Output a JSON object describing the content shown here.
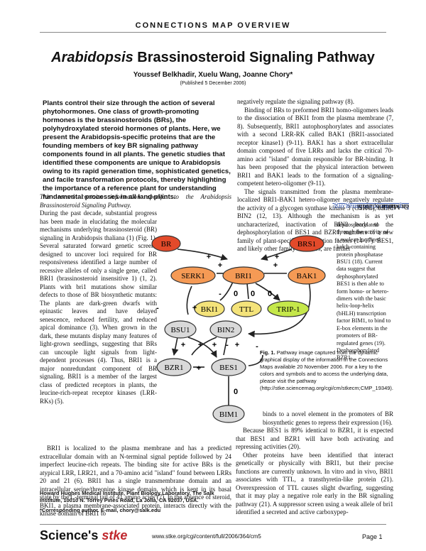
{
  "header": "Connections Map Overview",
  "title_italic": "Arabidopsis",
  "title_rest": " Brassinosteroid Signaling Pathway",
  "authors": "Youssef Belkhadir, Xuelu Wang, Joanne Chory*",
  "published": "(Published 5 December 2006)",
  "abstract": "Plants control their size through the action of several phytohormones. One class of growth-promoting hormones is the brassinosteroids (BRs), the polyhydroxylated steroid hormones of plants. Here, we present the Arabidopsis-specific proteins that are the founding members of key BR signaling pathway components found in all plants. The genetic studies that identified these components are unique to Arabidopsis owing to its rapid generation time, sophisticated genetics, and facile transformation protocols, thereby highlighting the importance of a reference plant for understanding fundamental processes in all land plants.",
  "left_col": [
    "This record contains information specific to the Arabidopsis Brassinosteroid Signaling Pathway.",
    "During the past decade, substantial progress has been made in elucidating the molecular mechanisms underlying brassinosteroid (BR) signaling in Arabidopsis thaliana (1) (Fig. 1). Several saturated forward genetic screens designed to uncover loci required for BR responsiveness identified a large number of recessive alleles of only a single gene, called BRI1 (brassinosteroid insensitive 1) (1, 2). Plants with bri1 mutations show similar defects to those of BR biosynthetic mutants: The plants are dark-green dwarfs with epinastic leaves and have delayed senescence, reduced fertility, and reduced apical dominance (3). When grown in the dark, these mutants display many features of light-grown seedlings, suggesting that BRs can uncouple light signals from light-dependent processes (4). Thus, BRI1 is a major nonredundant component of BR signaling. BRI1 is a member of the largest class of predicted receptors in plants, the leucine-rich-repeat receptor kinases (LRR-RKs) (5).",
    "BRI1 is localized to the plasma membrane and has a predicted extracellular domain with an N-terminal signal peptide followed by 24 imperfect leucine-rich repeats. The binding site for active BRs is the atypical LRR, LRR21, and a 70-amino acid \"island\" found between LRRs 20 and 21 (6). BRI1 has a single transmembrane domain and an intracellular serine/threonine kinase domain, which is kept in its basal state by the C-terminal tail of 41 amino acids (7). In the absence of steroid, BKI1, a plasma membrane-associated protein, interacts directly with the kinase domain of BRI1 to"
  ],
  "affiliation": "Howard Hughes Medical Institute, Plant Biology Laboratory, The Salk Institute, 10010 N. Torrey Pines Road, La Jolla, CA 92037, USA.",
  "corresponding": "*Corresponding author. E-mail, chory@salk.edu",
  "right_col_top": [
    "negatively regulate the signaling pathway (8).",
    "Binding of BRs to preformed BRI1 homo-oligomers leads to the dissociation of BKI1 from the plasma membrane (7, 8). Subsequently, BRI1 autophosphorylates and associates with a second LRR-RK called BAK1 (BRI1-associated receptor kinase1) (9-11). BAK1 has a short extracellular domain composed of five LRRs and lacks the critical 70-amino acid \"island\" domain responsible for BR-binding. It has been proposed that the physical interaction between BRI1 and BAK1 leads to the formation of a signaling-competent hetero-oligomer (9-11).",
    "The signals transmitted from the plasma membrane-localized BRI1-BAK1 hetero-oligomer negatively regulate the activity of a glycogen synthase kinase 3 (GSK-3), called BIN2 (12, 13). Although the mechanism is as yet uncharacterized, inactivation of BIN2 leads to the dephosphorylation of BES1 and BZR1, members of a new family of plant-specific transcription factors (14-17). BES1, and likely other family members, are further"
  ],
  "right_side": "dephosphorylated through the activity of a nuclear-localized kelch-containing protein phosphatase BSU1 (18). Current data suggest that dephosphorylated BES1 is then able to form homo- or hetero-dimers with the basic helix-loop-helix (bHLH) transcription factor BIM1, to bind to E-box elements in the promoters of BR-regulated genes (19). Dephosphorylated BZR1",
  "caption_label": "Fig. 1.",
  "caption_text": " Pathway image captured from the dynamic graphical display of the information in the Connections Maps available 20 November 2006. For a key to the colors and symbols and to access the underlying data, please visit the pathway (http://stke.sciencemag.org/cgi/cm/stkecm;CMP_19349).",
  "right_col_bottom": [
    "binds to a novel element in the promoters of BR biosynthetic genes to repress their expression (16).",
    "Because BES1 is 89% identical to BZR1, it is expected that BES1 and BZR1 will have both activating and repressing activities (20).",
    "Other proteins have been identified that interact genetically or physically with BRI1, but their precise functions are currently unknown. In vitro and in vivo, BRI1 associates with TTL, a transthyretin-like protein (21). Overexpression of TTL causes slight dwarfing, suggesting that it may play a negative role early in the BR signaling pathway (21). A suppressor screen using a weak allele of bri1 identified a secreted and active carboxypep-"
  ],
  "sidebar_prefix": "Downloaded from ",
  "sidebar_url": "http://stke.sciencemag.org/",
  "sidebar_suffix": " on March 6, 2015",
  "footer_logo_a": "Science's ",
  "footer_logo_b": "stke",
  "footer_url": "www.stke.org/cgi/content/full/2006/364/cm5",
  "page_number": "Page 1",
  "diagram": {
    "colors": {
      "ligand": "#e34a2a",
      "receptor": "#f59a55",
      "other": "#ffffff",
      "tf": "#d9d9d9",
      "green": "#c5e84a",
      "yellow": "#f4e37a"
    },
    "nodes": [
      {
        "id": "BR",
        "label": "BR",
        "kind": "ligand"
      },
      {
        "id": "BRS1",
        "label": "BRS1",
        "kind": "ligand"
      },
      {
        "id": "SERK1",
        "label": "SERK1",
        "kind": "receptor"
      },
      {
        "id": "BRI1",
        "label": "BRI1",
        "kind": "receptor"
      },
      {
        "id": "BAK1",
        "label": "BAK1",
        "kind": "receptor"
      },
      {
        "id": "BKI1",
        "label": "BKI1",
        "kind": "yellow"
      },
      {
        "id": "TTL",
        "label": "TTL",
        "kind": "yellow"
      },
      {
        "id": "TRIP1",
        "label": "TRIP-1",
        "kind": "green"
      },
      {
        "id": "BSU1",
        "label": "BSU1",
        "kind": "tf"
      },
      {
        "id": "BIN2",
        "label": "BIN2",
        "kind": "tf"
      },
      {
        "id": "BZR1",
        "label": "BZR1",
        "kind": "tf"
      },
      {
        "id": "BES1",
        "label": "BES1",
        "kind": "tf"
      },
      {
        "id": "BIM1",
        "label": "BIM1",
        "kind": "tf"
      }
    ],
    "signs": [
      "+",
      "+",
      "+",
      "+",
      "0",
      "-",
      "0",
      "0",
      "+",
      "-",
      "+",
      "+",
      "+",
      "-",
      "+",
      "+",
      "-",
      "0"
    ]
  }
}
